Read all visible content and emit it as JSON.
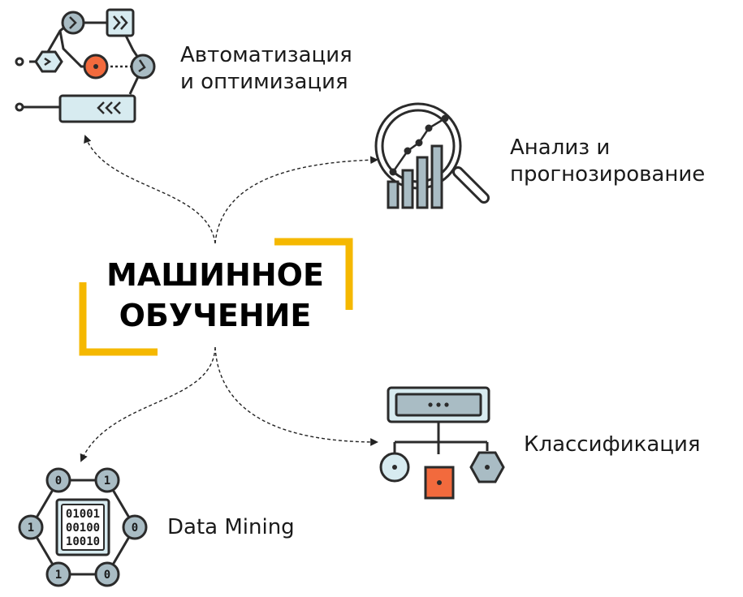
{
  "title": {
    "line1": "МАШИННОЕ",
    "line2": "ОБУЧЕНИЕ"
  },
  "nodes": {
    "automation": {
      "line1": "Автоматизация",
      "line2": "и оптимизация",
      "icon": "workflow-icon"
    },
    "analysis": {
      "line1": "Анализ и",
      "line2": "прогнозирование",
      "icon": "magnifier-chart-icon"
    },
    "classification": {
      "label": "Классификация",
      "icon": "hierarchy-icon"
    },
    "datamining": {
      "label": "Data Mining",
      "icon": "binary-network-icon"
    }
  },
  "datamining_icon": {
    "binary_rows": [
      "01001",
      "00100",
      "10010"
    ],
    "node_digits": [
      "0",
      "1",
      "1",
      "0",
      "1",
      "0"
    ]
  },
  "colors": {
    "accent": "#f5b800",
    "icon_fill": "#d7ebf0",
    "icon_stroke": "#2b2b2b",
    "icon_gray": "#a9bcc4",
    "highlight": "#f26a3d",
    "arrow": "#222222"
  }
}
